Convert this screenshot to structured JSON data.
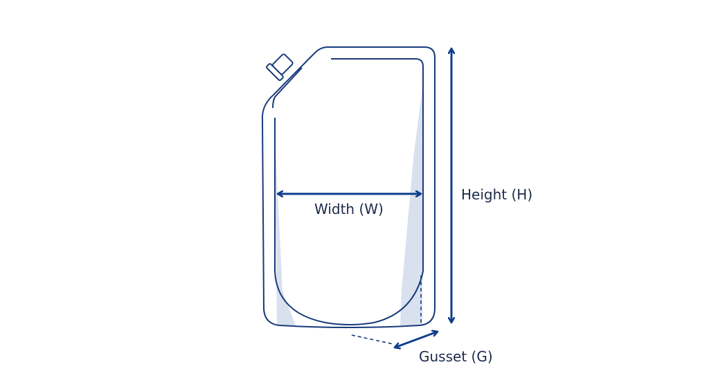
{
  "diagram": {
    "labels": {
      "width": "Width (W)",
      "height": "Height (H)",
      "gusset": "Gusset (G)"
    },
    "colors": {
      "outline": "#173a7a",
      "arrow": "#0f3d8a",
      "shading": "#d9e1ef",
      "text": "#1b2a4a",
      "background": "#ffffff"
    }
  }
}
